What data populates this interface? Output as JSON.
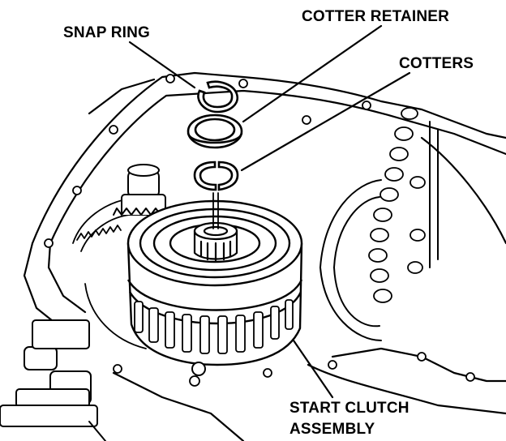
{
  "labels": {
    "snap_ring": "SNAP RING",
    "cotter_retainer": "COTTER RETAINER",
    "cotters": "COTTERS",
    "start_clutch_line1": "START CLUTCH",
    "start_clutch_line2": "ASSEMBLY"
  },
  "colors": {
    "ink": "#000000",
    "paper": "#ffffff"
  }
}
